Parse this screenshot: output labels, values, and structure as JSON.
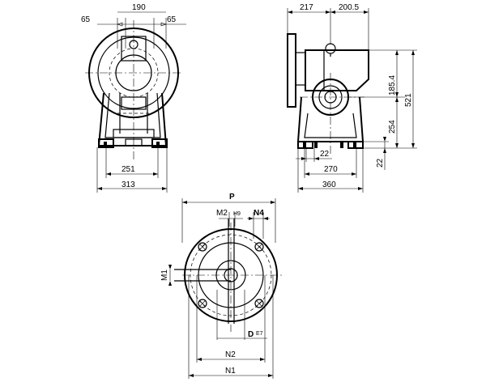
{
  "front_view": {
    "dims": {
      "top_total": "190",
      "top_left": "65",
      "top_right": "65",
      "base_inner": "251",
      "base_outer": "313"
    }
  },
  "side_view": {
    "dims": {
      "left_width": "217",
      "right_width": "200.5",
      "height_upper": "185.4",
      "height_total": "521",
      "height_lower": "254",
      "foot_height": "22",
      "foot_small": "22",
      "base_inner": "270",
      "base_outer": "360"
    }
  },
  "flange_view": {
    "labels": {
      "p": "P",
      "m2": "M2",
      "h9": "H9",
      "n4": "N4",
      "m1": "M1",
      "d": "D",
      "e7": "E7",
      "n2": "N2",
      "n1": "N1"
    }
  }
}
